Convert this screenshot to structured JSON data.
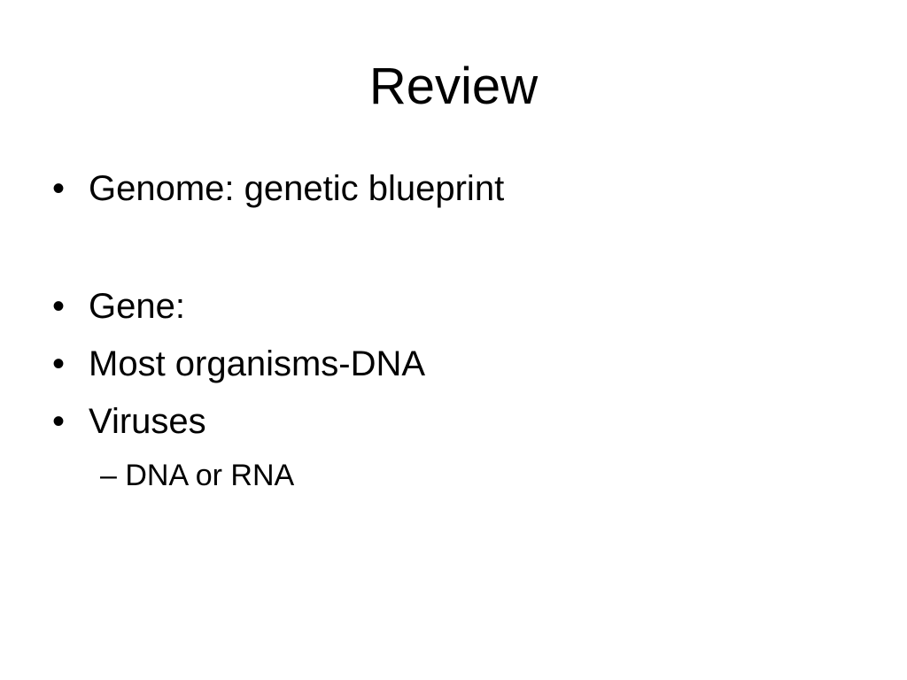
{
  "slide": {
    "title": "Review",
    "bullet_marker": "•",
    "sub_marker": "–",
    "bullets": [
      {
        "text": "Genome: genetic blueprint"
      },
      {
        "text": "Gene:"
      },
      {
        "text": "Most organisms-DNA"
      },
      {
        "text": "Viruses"
      }
    ],
    "sub_bullets": [
      {
        "text": "DNA or RNA"
      }
    ]
  }
}
